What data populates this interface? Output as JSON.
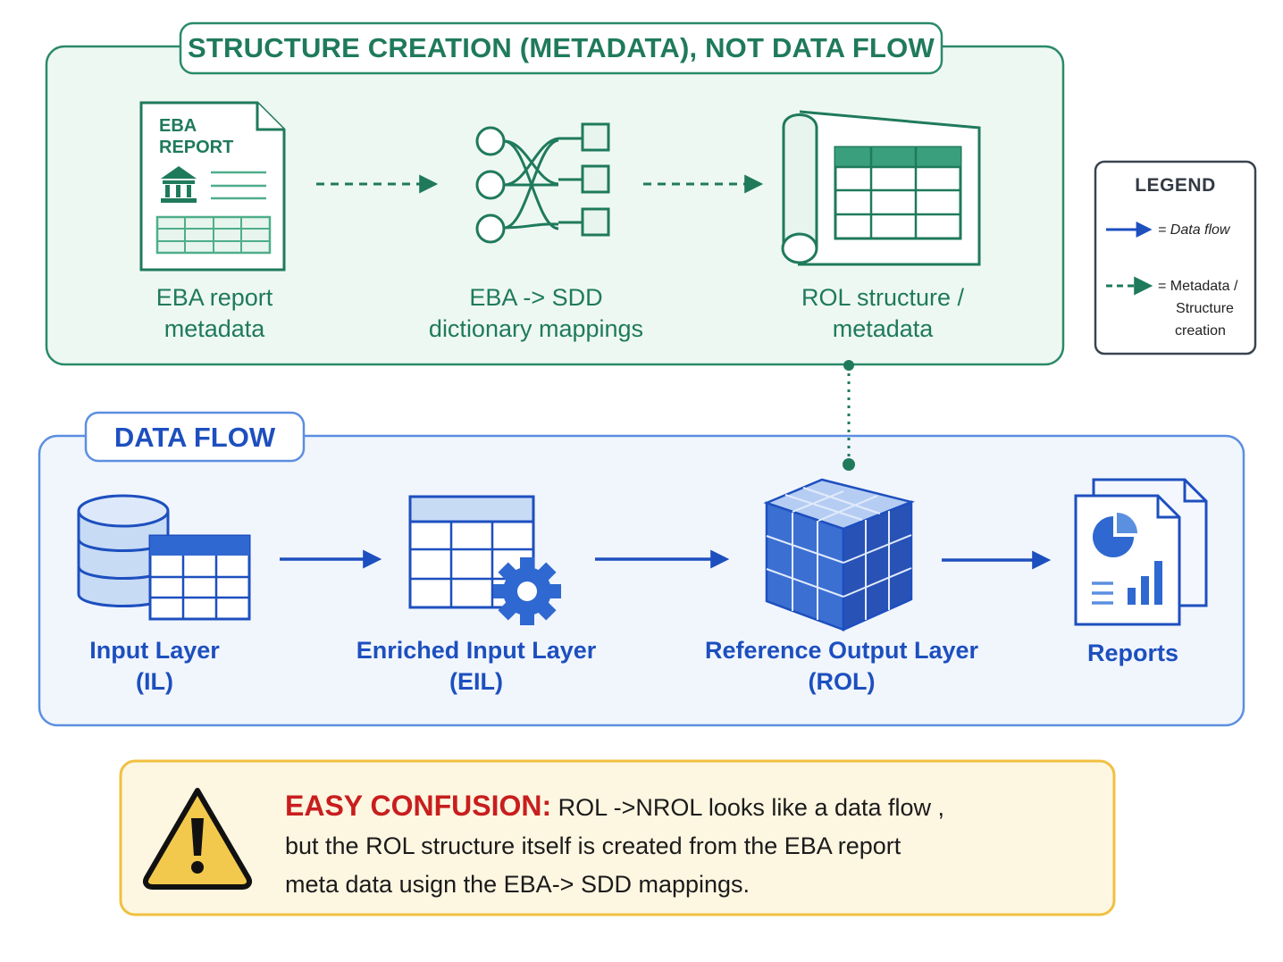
{
  "structure_section": {
    "title": "STRUCTURE CREATION (METADATA), NOT DATA FLOW",
    "items": [
      {
        "line1": "EBA report",
        "line2": "metadata",
        "icon": "eba-report-document-icon",
        "icon_label_1": "EBA",
        "icon_label_2": "REPORT"
      },
      {
        "line1": "EBA -> SDD",
        "line2": "dictionary mappings",
        "icon": "mapping-network-icon"
      },
      {
        "line1": "ROL structure /",
        "line2": "metadata",
        "icon": "structure-scroll-table-icon"
      }
    ]
  },
  "data_flow_section": {
    "title": "DATA FLOW",
    "items": [
      {
        "line1": "Input Layer",
        "line2": "(IL)",
        "icon": "database-table-icon"
      },
      {
        "line1": "Enriched Input Layer",
        "line2": "(EIL)",
        "icon": "table-gear-icon"
      },
      {
        "line1": "Reference Output Layer",
        "line2": "(ROL)",
        "icon": "data-cube-icon"
      },
      {
        "line1": "Reports",
        "icon": "reports-documents-icon"
      }
    ]
  },
  "legend": {
    "title": "LEGEND",
    "data_flow_label": "= Data flow",
    "metadata_label_1": "= Metadata /",
    "metadata_label_2": "Structure",
    "metadata_label_3": "creation"
  },
  "warning": {
    "icon": "warning-triangle-icon",
    "heading": "EASY CONFUSION:",
    "line1": " ROL ->NROL looks like a data flow ,",
    "line2": "but the ROL structure itself is created from the EBA report",
    "line3": "meta data usign the EBA-> SDD mappings."
  },
  "colors": {
    "metadata_green": "#1f7a5c",
    "data_flow_blue": "#1d4fbf",
    "warning_yellow": "#f2c94c",
    "warning_red": "#c81e1e"
  }
}
